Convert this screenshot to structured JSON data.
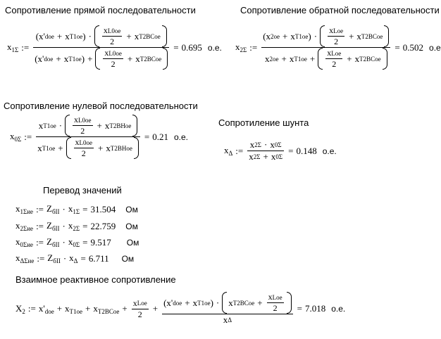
{
  "headings": {
    "positive": "Сопротивление прямой последовательности",
    "negative": "Сопротивление обратной последовательности",
    "zero": "Сопротивление нулевой последовательности",
    "shunt": "Сопротиление шунта",
    "conversion": "Перевод значений",
    "mutual": "Взаимное реактивное сопротивление"
  },
  "results": {
    "x1": "0.695",
    "x2": "0.502",
    "x0": "0.21",
    "xdelta": "0.148",
    "x1_named": "31.504",
    "x2_named": "22.759",
    "x0_named": "9.517",
    "xdelta_named": "6.711",
    "X2": "7.018"
  },
  "units": {
    "pu": "о.е.",
    "ohm": "Ом"
  },
  "symbols": {
    "assign": ":=",
    "equals": "=",
    "plus": "+",
    "dot": "·",
    "two": "2"
  }
}
